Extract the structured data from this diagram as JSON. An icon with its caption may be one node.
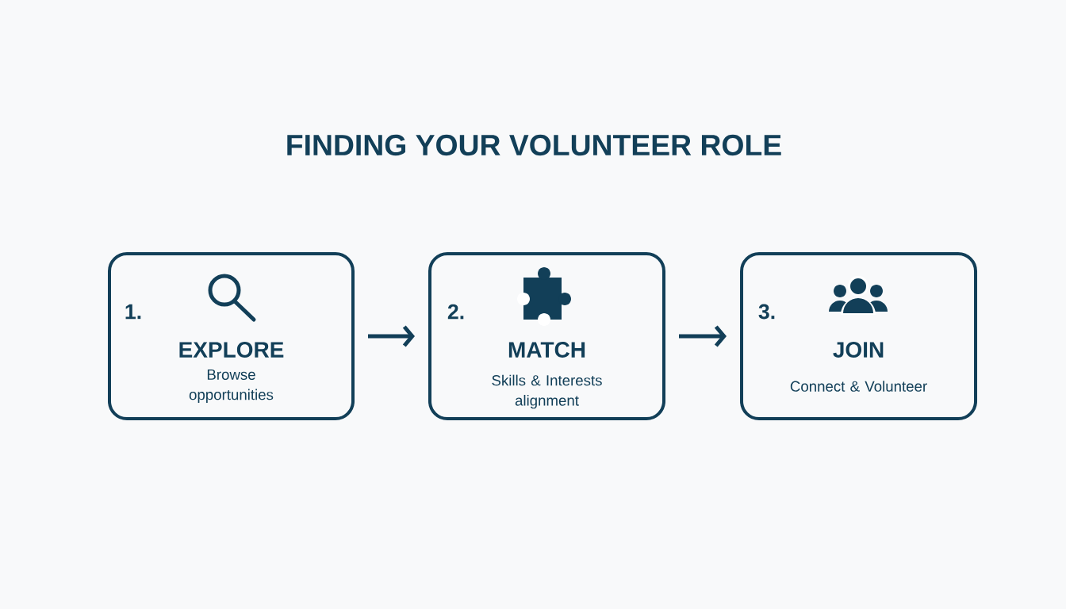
{
  "diagram": {
    "title": "FINDING YOUR VOLUNTEER ROLE",
    "nodes": [
      {
        "text": [
          "1.",
          "EXPLORE",
          "Browse opportunities"
        ]
      },
      {
        "text": [
          "2.",
          "MATCH",
          "Skills & Interests alignment"
        ]
      },
      {
        "text": [
          "3.",
          "JOIN",
          "Connect & Volunteer"
        ]
      }
    ],
    "edges": [
      {
        "from": 0,
        "to": 1,
        "arrow": "to"
      },
      {
        "from": 1,
        "to": 2,
        "arrow": "to"
      }
    ]
  }
}
